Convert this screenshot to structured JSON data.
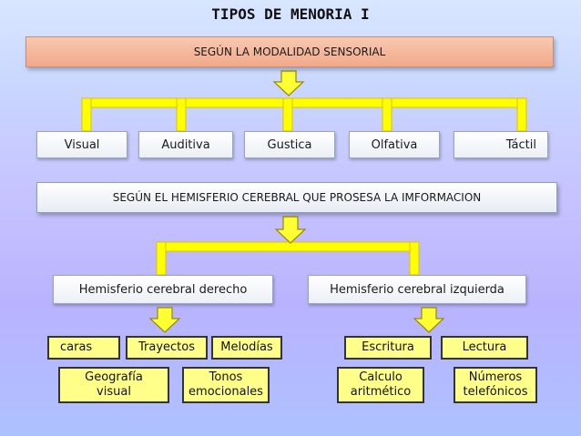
{
  "title": "TIPOS DE MENORIA I",
  "banner_sensorial": "SEGÚN LA MODALIDAD SENSORIAL",
  "senses": [
    "Visual",
    "Auditiva",
    "Gustica",
    "Olfativa",
    "Táctil"
  ],
  "banner_hemisferio": "SEGÚN  EL HEMISFERIO CEREBRAL QUE PROSESA LA IMFORMACION",
  "hemisferios": {
    "derecho": {
      "label": "Hemisferio cerebral derecho",
      "items": [
        "caras",
        "Trayectos",
        "Melodías",
        "Geografía\nvisual",
        "Tonos\nemocionales"
      ]
    },
    "izquierdo": {
      "label": "Hemisferio cerebral izquierda",
      "items": [
        "Escritura",
        "Lectura",
        "Calculo\naritmético",
        "Números\ntelefónicos"
      ]
    }
  },
  "colors": {
    "connector": "#ffff00",
    "connector_outline": "#e0c200",
    "arrow": "#ffff33",
    "arrow_outline": "#9a8a00",
    "item_fill": "#ffff8a"
  }
}
